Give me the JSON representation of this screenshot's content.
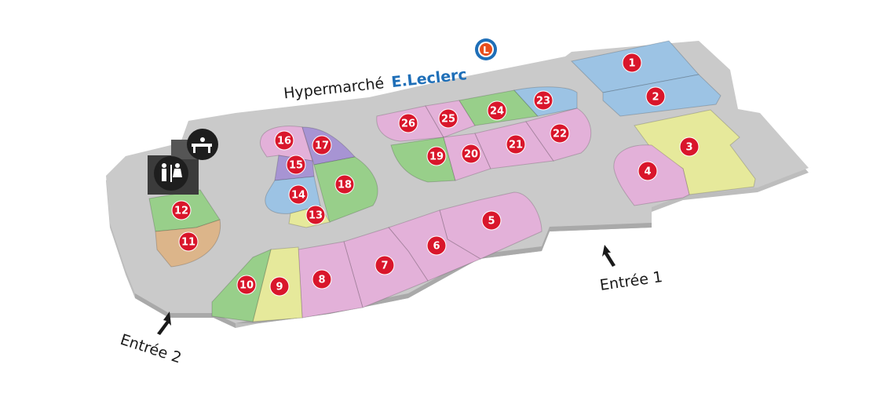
{
  "header": {
    "hypermarche_label": "Hypermarché",
    "brand_name": "E.Leclerc",
    "brand_logo_letter": "L"
  },
  "entrances": {
    "entree_1": "Entrée 1",
    "entree_2": "Entrée 2"
  },
  "icons": {
    "restrooms": "restroom-icon",
    "baby_changing": "baby-changing-icon"
  },
  "colors": {
    "floor": "#b9b9b9",
    "floor_top": "#c9c9c9",
    "blue": "#9cc3e4",
    "pink": "#e3b1d9",
    "green": "#98cf8a",
    "yellow": "#e6e99b",
    "purple": "#a794d3",
    "tan": "#dcb58a",
    "badge": "#d9162b",
    "brand": "#1f6fb8",
    "logo_orange": "#e94e1b"
  },
  "units": [
    {
      "num": "1",
      "color": "blue"
    },
    {
      "num": "2",
      "color": "blue"
    },
    {
      "num": "3",
      "color": "yellow"
    },
    {
      "num": "4",
      "color": "pink"
    },
    {
      "num": "5",
      "color": "pink"
    },
    {
      "num": "6",
      "color": "pink"
    },
    {
      "num": "7",
      "color": "pink"
    },
    {
      "num": "8",
      "color": "pink"
    },
    {
      "num": "9",
      "color": "yellow"
    },
    {
      "num": "10",
      "color": "green"
    },
    {
      "num": "11",
      "color": "tan"
    },
    {
      "num": "12",
      "color": "green"
    },
    {
      "num": "13",
      "color": "yellow"
    },
    {
      "num": "14",
      "color": "blue"
    },
    {
      "num": "15",
      "color": "purple"
    },
    {
      "num": "16",
      "color": "pink"
    },
    {
      "num": "17",
      "color": "purple"
    },
    {
      "num": "18",
      "color": "green"
    },
    {
      "num": "19",
      "color": "green"
    },
    {
      "num": "20",
      "color": "pink"
    },
    {
      "num": "21",
      "color": "pink"
    },
    {
      "num": "22",
      "color": "pink"
    },
    {
      "num": "23",
      "color": "blue"
    },
    {
      "num": "24",
      "color": "green"
    },
    {
      "num": "25",
      "color": "pink"
    },
    {
      "num": "26",
      "color": "pink"
    }
  ]
}
